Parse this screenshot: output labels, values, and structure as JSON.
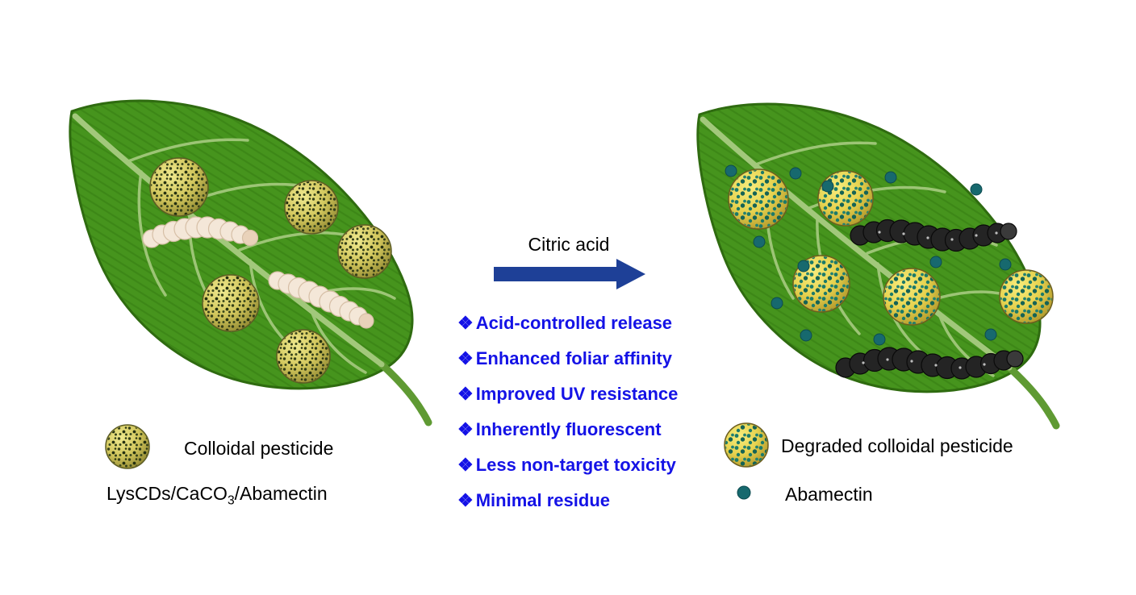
{
  "arrow": {
    "label": "Citric acid"
  },
  "benefits": {
    "bullet": "❖",
    "items": [
      "Acid-controlled release",
      "Enhanced foliar affinity",
      "Improved UV resistance",
      "Inherently fluorescent",
      "Less non-target toxicity",
      "Minimal residue"
    ]
  },
  "legend_left": {
    "title": "Colloidal pesticide",
    "formula_prefix": "LysCDs/CaCO",
    "formula_sub": "3",
    "formula_suffix": "/Abamectin"
  },
  "legend_right": {
    "title": "Degraded colloidal pesticide",
    "dot_label": "Abamectin"
  },
  "colors": {
    "benefit_text": "#1412e6",
    "arrow_blue": "#1e4097",
    "abamectin_teal": "#17696e",
    "leaf_green": "#46941d"
  }
}
